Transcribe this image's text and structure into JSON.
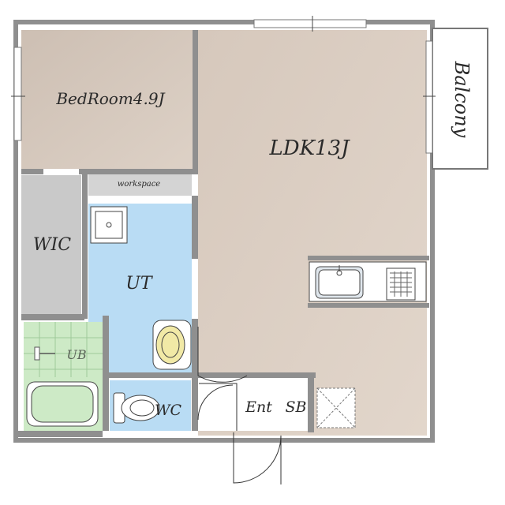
{
  "rooms": {
    "bedroom": "BedRoom4.9J",
    "ldk": "LDK13J",
    "balcony": "Balcony",
    "workspace": "workspace",
    "wic": "WIC",
    "ut": "UT",
    "ub": "UB",
    "wc": "WC",
    "entrance": "Ent",
    "shoe_box": "SB"
  },
  "colors": {
    "wall": "#8f8f8f",
    "bedroom_floor": "#d2c4b8",
    "ldk_floor": "#d9cbbf",
    "wic_floor": "#c8c8c8",
    "workspace_floor": "#d0d0d0",
    "ut_floor": "#b8dcf5",
    "wc_floor": "#b8dcf5",
    "ub_floor": "#cdebc8",
    "entrance_floor": "#ffffff",
    "balcony_floor": "#ffffff"
  }
}
